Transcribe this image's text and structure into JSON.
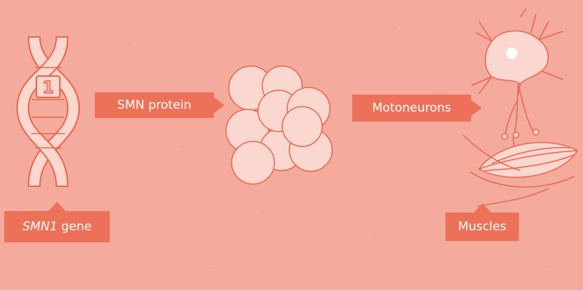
{
  "labels": {
    "protein": "SMN protein",
    "motoneurons": "Motoneurons",
    "gene_italic": "SMN1",
    "gene_rest": " gene",
    "muscles": "Muscles"
  },
  "dna_badge": "1",
  "colors": {
    "background": "#f4aa9c",
    "label_fill": "#ec7158",
    "label_text": "#ffffff",
    "shape_fill": "#fad7cf",
    "outline": "#e8664d"
  },
  "icons": [
    "dna-helix-icon",
    "protein-cluster-icon",
    "neuron-icon",
    "muscle-icon"
  ]
}
